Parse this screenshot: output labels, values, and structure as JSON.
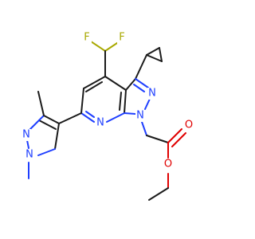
{
  "molecule": {
    "atom_labels": {
      "fluorine_left": "F",
      "fluorine_right": "F",
      "nitrogen_pyrazole_n2": "N",
      "nitrogen_pyrazole_n1": "N",
      "nitrogen_pyridine": "N",
      "nitrogen_dimethylpyrazole_n2": "N",
      "nitrogen_dimethylpyrazole_n1": "N",
      "oxygen_carbonyl": "O",
      "oxygen_ester": "O"
    },
    "colors": {
      "carbon": "#1a1a1a",
      "nitrogen": "#1f3fff",
      "oxygen": "#e00000",
      "fluorine": "#a8a800"
    }
  }
}
